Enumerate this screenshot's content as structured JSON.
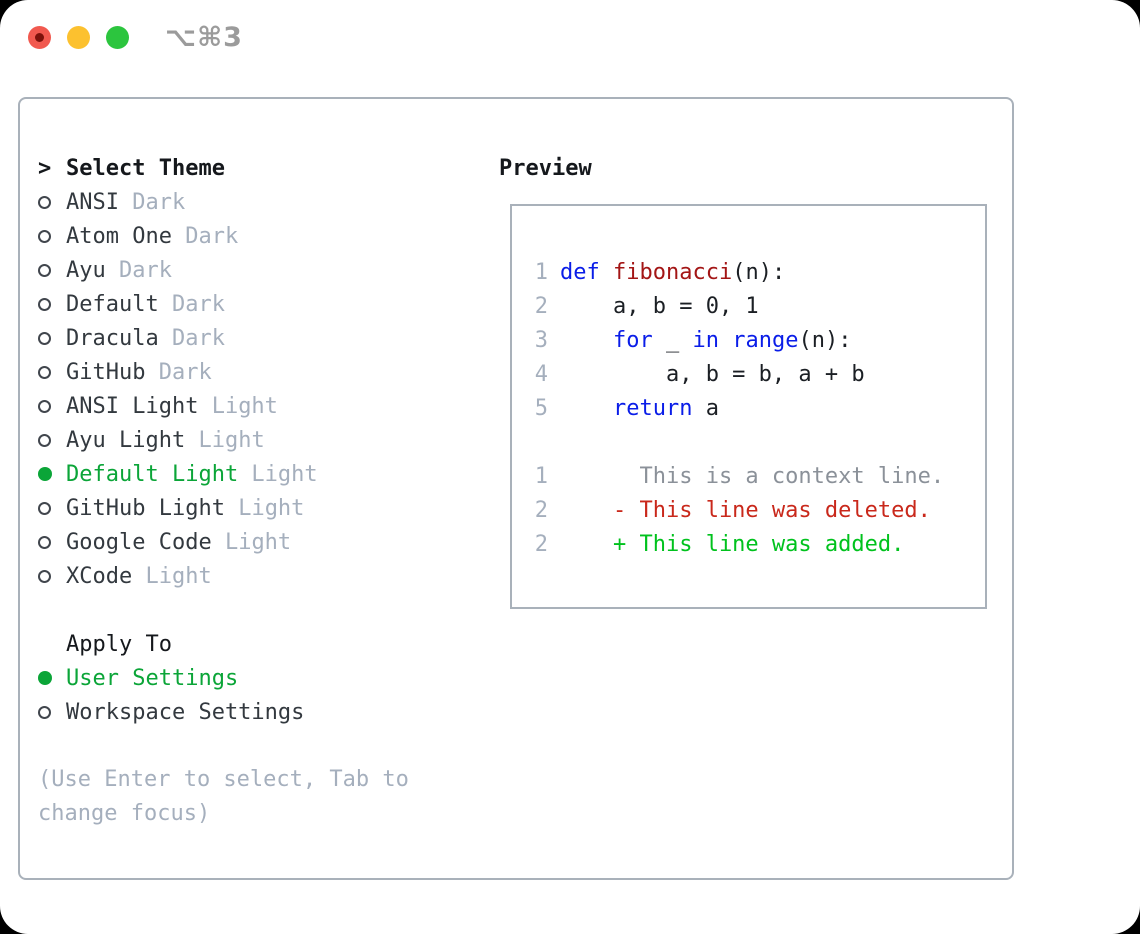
{
  "window": {
    "shortcut": "⌥⌘3"
  },
  "colors": {
    "tl-red": "#f1594f",
    "tl-red-dot": "#7c120b",
    "tl-yellow": "#fcc12f",
    "tl-green": "#2cc53e",
    "shortcut": "#9b9b9b",
    "border": "#a9b1ba",
    "ink": "#15181c",
    "text": "#33393f",
    "muted": "#a5afbd",
    "radio": "#41464d",
    "green": "#0ba538",
    "code": "#1b1f24",
    "kw": "#0a1de8",
    "fn": "#a31515",
    "ctx": "#8b9199",
    "del": "#c9281b",
    "add": "#00c21d"
  },
  "theme_picker": {
    "prompt": ">",
    "title": "Select Theme",
    "items": [
      {
        "name": "ANSI",
        "variant": "Dark",
        "selected": false
      },
      {
        "name": "Atom One",
        "variant": "Dark",
        "selected": false
      },
      {
        "name": "Ayu",
        "variant": "Dark",
        "selected": false
      },
      {
        "name": "Default",
        "variant": "Dark",
        "selected": false
      },
      {
        "name": "Dracula",
        "variant": "Dark",
        "selected": false
      },
      {
        "name": "GitHub",
        "variant": "Dark",
        "selected": false
      },
      {
        "name": "ANSI Light",
        "variant": "Light",
        "selected": false
      },
      {
        "name": "Ayu Light",
        "variant": "Light",
        "selected": false
      },
      {
        "name": "Default Light",
        "variant": "Light",
        "selected": true
      },
      {
        "name": "GitHub Light",
        "variant": "Light",
        "selected": false
      },
      {
        "name": "Google Code",
        "variant": "Light",
        "selected": false
      },
      {
        "name": "XCode",
        "variant": "Light",
        "selected": false
      }
    ]
  },
  "apply_to": {
    "title": "Apply To",
    "options": [
      {
        "label": "User Settings",
        "selected": true
      },
      {
        "label": "Workspace Settings",
        "selected": false
      }
    ]
  },
  "hint": "(Use Enter to select, Tab to change focus)",
  "preview": {
    "title": "Preview",
    "lines": [
      {
        "num": "1",
        "spans": [
          {
            "t": "def",
            "c": "keyword"
          },
          {
            "t": " ",
            "c": "default"
          },
          {
            "t": "fibonacci",
            "c": "function"
          },
          {
            "t": "(n):",
            "c": "default"
          }
        ]
      },
      {
        "num": "2",
        "spans": [
          {
            "t": "    a, b = 0, 1",
            "c": "default"
          }
        ]
      },
      {
        "num": "3",
        "spans": [
          {
            "t": "    ",
            "c": "default"
          },
          {
            "t": "for",
            "c": "keyword"
          },
          {
            "t": " _ ",
            "c": "default"
          },
          {
            "t": "in",
            "c": "keyword"
          },
          {
            "t": " ",
            "c": "default"
          },
          {
            "t": "range",
            "c": "keyword"
          },
          {
            "t": "(n):",
            "c": "default"
          }
        ]
      },
      {
        "num": "4",
        "spans": [
          {
            "t": "        a, b = b, a + b",
            "c": "default"
          }
        ]
      },
      {
        "num": "5",
        "spans": [
          {
            "t": "    ",
            "c": "default"
          },
          {
            "t": "return",
            "c": "keyword"
          },
          {
            "t": " a",
            "c": "default"
          }
        ]
      },
      {
        "num": "",
        "spans": []
      },
      {
        "num": "1",
        "spans": [
          {
            "t": "      This is a context line.",
            "c": "context"
          }
        ]
      },
      {
        "num": "2",
        "spans": [
          {
            "t": "    - This line was deleted.",
            "c": "deleted"
          }
        ]
      },
      {
        "num": "2",
        "spans": [
          {
            "t": "    + This line was added.",
            "c": "added"
          }
        ]
      }
    ]
  }
}
